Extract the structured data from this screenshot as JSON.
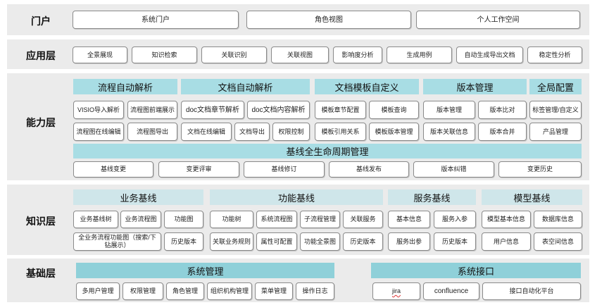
{
  "layers": {
    "portal": {
      "label": "门户",
      "items": [
        "系统门户",
        "角色视图",
        "个人工作空间"
      ]
    },
    "application": {
      "label": "应用层",
      "items": [
        "全景展现",
        "知识检索",
        "关联识别",
        "关联视图",
        "影响度分析",
        "生成用例",
        "自动生成导出文档",
        "稳定性分析"
      ]
    },
    "capability": {
      "label": "能力层",
      "groups": [
        {
          "title": "流程自动解析",
          "items": [
            "VISIO导入解析",
            "流程图前端展示",
            "流程图在线编辑",
            "流程图导出"
          ]
        },
        {
          "title": "文档自动解析",
          "items": [
            "doc文档章节解析",
            "doc文档内容解析",
            "文档在线编辑",
            "文档导出",
            "权限控制"
          ]
        },
        {
          "title": "文档模板自定义",
          "items": [
            "模板章节配置",
            "模板查询",
            "模板引用关系",
            "模板版本管理"
          ]
        },
        {
          "title": "版本管理",
          "items": [
            "版本管理",
            "版本比对",
            "版本关联信息",
            "版本合并"
          ]
        },
        {
          "title": "全局配置",
          "items": [
            "标签管理/自定义",
            "产品管理"
          ]
        }
      ],
      "baseline_title": "基线全生命周期管理",
      "baseline_items": [
        "基线变更",
        "变更评审",
        "基线修订",
        "基线发布",
        "版本纠错",
        "变更历史"
      ]
    },
    "knowledge": {
      "label": "知识层",
      "groups": [
        {
          "title": "业务基线",
          "items": [
            "业务基线树",
            "业务流程图",
            "功能图",
            "全业务流程功能图（搜索/下钻展示）",
            "历史版本"
          ]
        },
        {
          "title": "功能基线",
          "items": [
            "功能树",
            "系统流程图",
            "子流程管理",
            "关联服务",
            "关联业务规则",
            "属性可配置",
            "功能全景图",
            "历史版本"
          ]
        },
        {
          "title": "服务基线",
          "items": [
            "基本信息",
            "服务入参",
            "服务出参",
            "历史版本"
          ]
        },
        {
          "title": "模型基线",
          "items": [
            "模型基本信息",
            "数据库信息",
            "用户信息",
            "表空间信息"
          ]
        }
      ]
    },
    "foundation": {
      "label": "基础层",
      "groups": [
        {
          "title": "系统管理",
          "items": [
            "多用户管理",
            "权限管理",
            "角色管理",
            "组织机构管理",
            "菜单管理",
            "操作日志"
          ]
        },
        {
          "title": "系统接口",
          "items": [
            "jira",
            "confluence",
            "接口自动化平台"
          ]
        }
      ]
    }
  }
}
